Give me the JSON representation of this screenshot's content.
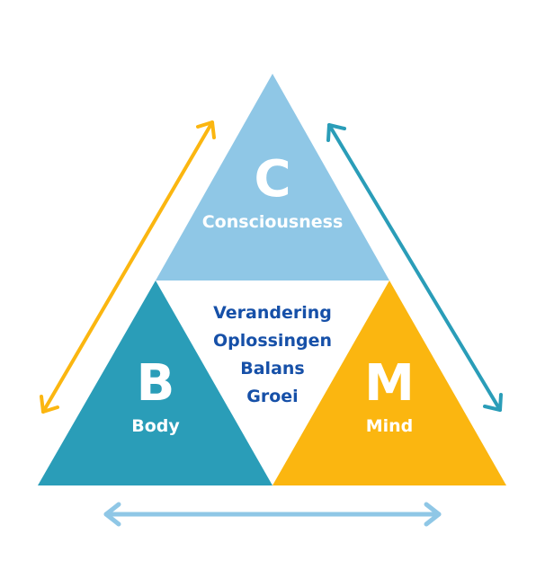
{
  "colors": {
    "consciousness": "#8fc7e6",
    "body": "#2a9db8",
    "mind": "#fbb610",
    "center_text": "#1650a8",
    "arrow_left": "#fbb610",
    "arrow_right": "#2a9db8",
    "arrow_bottom": "#8fc7e6"
  },
  "top": {
    "letter": "C",
    "label": "Consciousness"
  },
  "left": {
    "letter": "B",
    "label": "Body"
  },
  "right": {
    "letter": "M",
    "label": "Mind"
  },
  "center": {
    "words": [
      "Verandering",
      "Oplossingen",
      "Balans",
      "Groei"
    ]
  },
  "icons": {
    "left_arrow": "double-arrow-icon",
    "right_arrow": "double-arrow-icon",
    "bottom_arrow": "double-arrow-icon"
  }
}
